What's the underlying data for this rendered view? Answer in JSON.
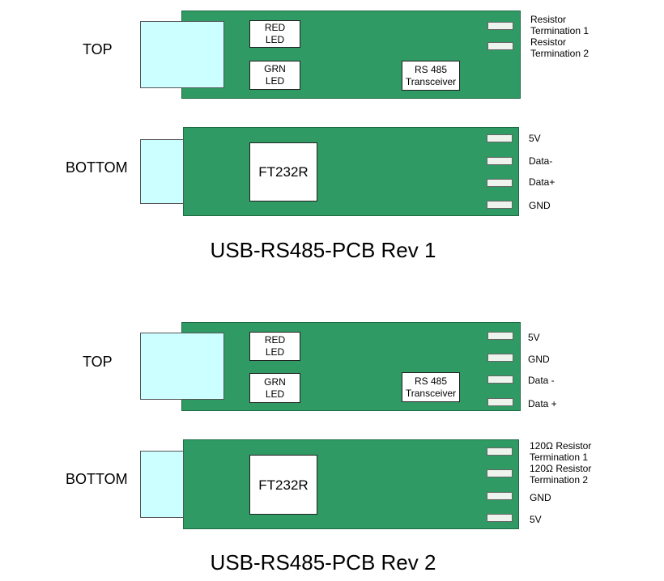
{
  "rev1": {
    "title": "USB-RS485-PCB Rev 1",
    "top": {
      "side_label": "TOP",
      "red_led": "RED\nLED",
      "grn_led": "GRN\nLED",
      "transceiver": "RS 485\nTransceiver",
      "pins": [
        "Resistor\nTermination 1",
        "Resistor\nTermination 2"
      ]
    },
    "bottom": {
      "side_label": "BOTTOM",
      "chip": "FT232R",
      "pins": [
        "5V",
        "Data-",
        "Data+",
        "GND"
      ]
    }
  },
  "rev2": {
    "title": "USB-RS485-PCB Rev 2",
    "top": {
      "side_label": "TOP",
      "red_led": "RED\nLED",
      "grn_led": "GRN\nLED",
      "transceiver": "RS 485\nTransceiver",
      "pins": [
        "5V",
        "GND",
        "Data -",
        "Data +"
      ]
    },
    "bottom": {
      "side_label": "BOTTOM",
      "chip": "FT232R",
      "pins": [
        "120Ω Resistor\nTermination 1",
        "120Ω Resistor\nTermination 2",
        "GND",
        "5V"
      ]
    }
  },
  "colors": {
    "board": "#2f9a64",
    "usb_connector": "#ccffff",
    "chip": "#ffffff"
  }
}
